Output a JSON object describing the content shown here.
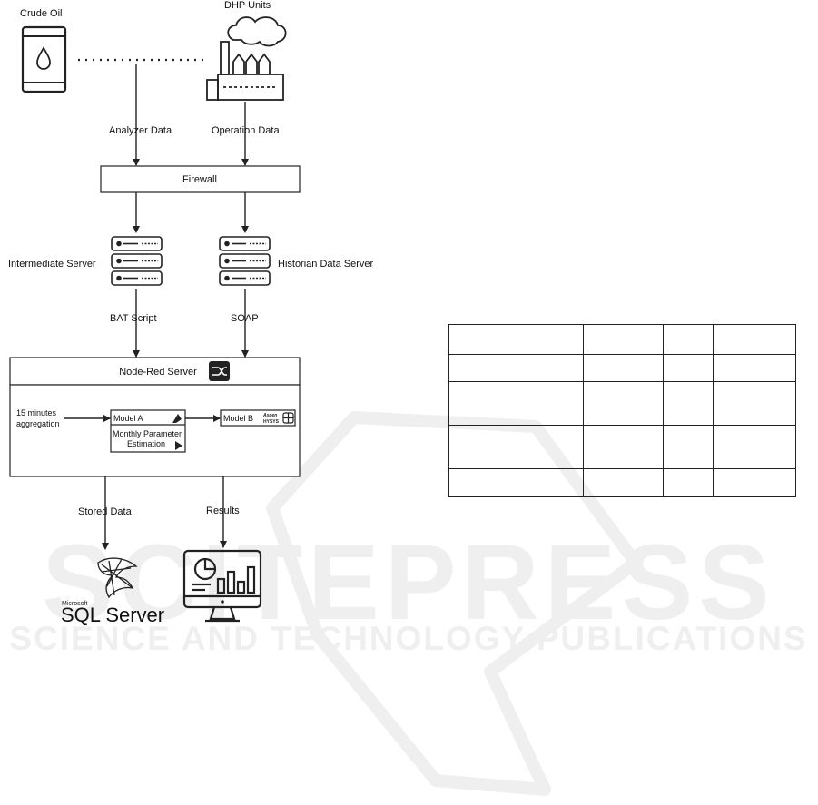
{
  "watermark": {
    "line1": "SCITEPRESS",
    "line2": "SCIENCE AND TECHNOLOGY PUBLICATIONS"
  },
  "sources": {
    "crude_oil": "Crude Oil",
    "dhp_units": "DHP Units"
  },
  "flows": {
    "analyzer_data": "Analyzer Data",
    "operation_data": "Operation Data",
    "bat_script": "BAT Script",
    "soap": "SOAP",
    "stored_data": "Stored Data",
    "results": "Results"
  },
  "firewall": {
    "label": "Firewall"
  },
  "servers": {
    "intermediate": "Intermediate Server",
    "historian": "Historian Data Server"
  },
  "node_red": {
    "title": "Node-Red Server",
    "input_line1": "15 minutes",
    "input_line2": "aggregation",
    "model_a": "Model A",
    "model_a_sub1": "Monthly Parameter",
    "model_a_sub2": "Estimation",
    "model_b": "Model B",
    "aspen_line1": "Aspen",
    "aspen_line2": "HYSYS"
  },
  "sql": {
    "brand": "Microsoft",
    "name": "SQL Server"
  },
  "table": {
    "rows": [
      [
        "",
        "",
        "",
        ""
      ],
      [
        "",
        "",
        "",
        ""
      ],
      [
        "",
        "",
        "",
        ""
      ],
      [
        "",
        "",
        "",
        ""
      ],
      [
        "",
        "",
        "",
        ""
      ]
    ]
  }
}
